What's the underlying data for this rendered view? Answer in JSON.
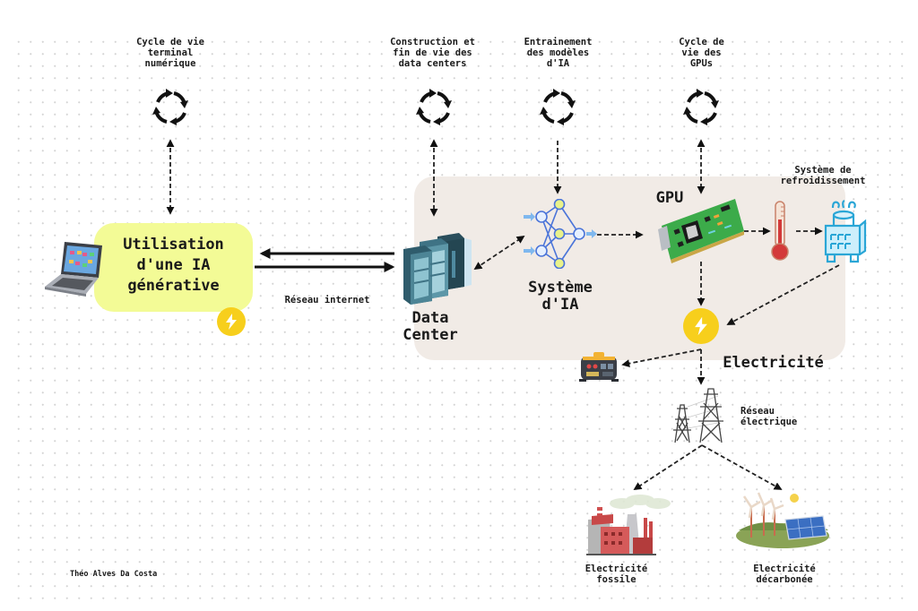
{
  "diagram": {
    "cycles": [
      {
        "id": "terminal",
        "label": "Cycle de vie\nterminal\nnumérique",
        "icon": "cycle-arrows-icon"
      },
      {
        "id": "datacenter",
        "label": "Construction et\nfin de vie des\ndata centers",
        "icon": "cycle-arrows-icon"
      },
      {
        "id": "training",
        "label": "Entrainement\ndes modèles\nd'IA",
        "icon": "cycle-arrows-icon"
      },
      {
        "id": "gpu",
        "label": "Cycle de\nvie des\nGPUs",
        "icon": "cycle-arrows-icon"
      }
    ],
    "usage": {
      "label": "Utilisation\nd'une IA\ngénérative",
      "device_icon": "laptop-icon",
      "badge_icon": "lightning-icon"
    },
    "network": {
      "label": "Réseau internet"
    },
    "datacenter": {
      "label": "Data\nCenter",
      "icon": "server-rack-icon"
    },
    "ai_system": {
      "label": "Système\nd'IA",
      "icon": "neural-network-icon"
    },
    "gpu": {
      "label": "GPU",
      "icon": "gpu-card-icon"
    },
    "cooling": {
      "label": "Système de\nrefroidissement",
      "thermometer_icon": "thermometer-icon",
      "cooler_icon": "cooling-unit-icon"
    },
    "electricity": {
      "label": "Electricité",
      "icon": "lightning-icon",
      "generator_icon": "generator-icon"
    },
    "grid": {
      "label": "Réseau\nélectrique",
      "icon": "power-pylon-icon"
    },
    "sources": [
      {
        "id": "fossil",
        "label": "Electricité\nfossile",
        "icon": "factory-icon"
      },
      {
        "id": "decarbonized",
        "label": "Electricité\ndécarbonée",
        "icon": "wind-solar-icon"
      }
    ],
    "author": "Théo Alves Da Costa",
    "colors": {
      "panel": "#f1ebe6",
      "usage_box": "#f3fb96",
      "lightning": "#f7cf1c",
      "network_blue": "#4a74d9",
      "cooling_blue": "#2aa6d6",
      "thermo_red": "#d33a3a"
    }
  }
}
